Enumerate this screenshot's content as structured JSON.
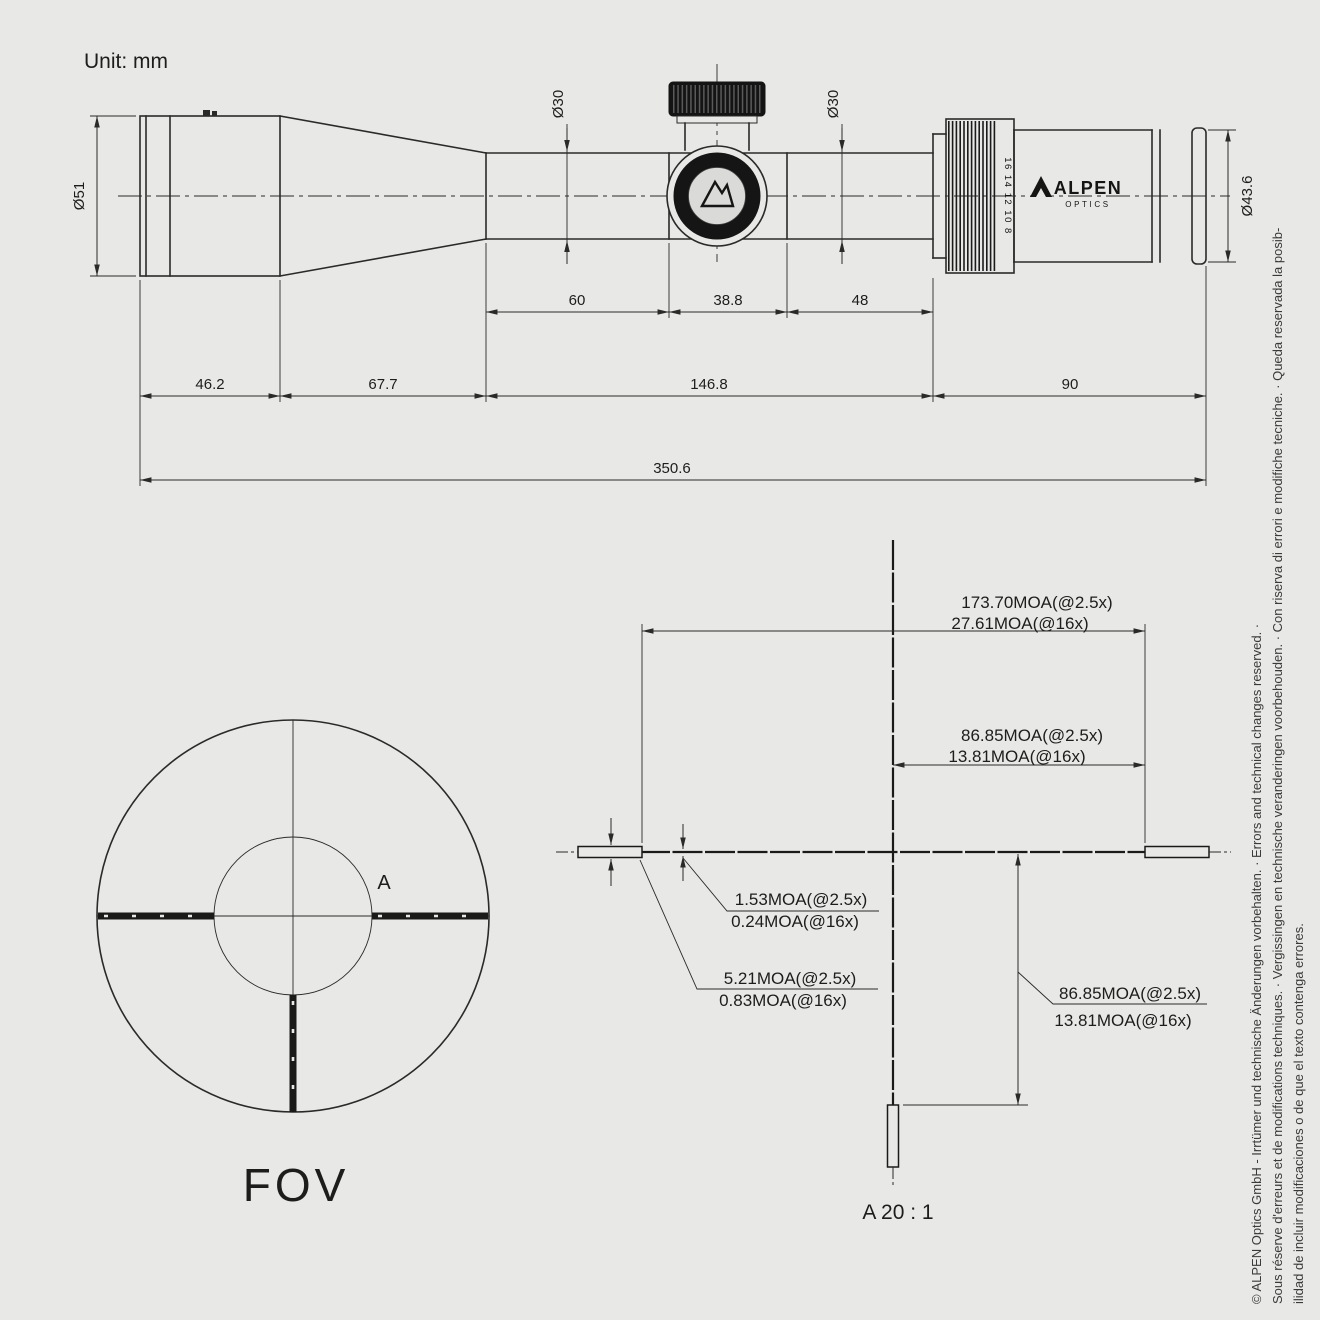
{
  "unit_label": "Unit: mm",
  "scope": {
    "brand": "ALPEN",
    "brand_sub": "OPTICS",
    "power_scale": "16 14 12 10 8",
    "dia_objective": "Ø51",
    "dia_tube_left": "Ø30",
    "dia_tube_right": "Ø30",
    "dia_eyepiece": "Ø43.6",
    "dims_upper": [
      "60",
      "38.8",
      "48"
    ],
    "dims_lower": [
      "46.2",
      "67.7",
      "146.8",
      "90"
    ],
    "dim_total": "350.6"
  },
  "fov": {
    "title": "FOV",
    "marker": "A"
  },
  "detail": {
    "scale_label": "A 20 : 1",
    "full_width_1": "173.70MOA(@2.5x)",
    "full_width_2": "27.61MOA(@16x)",
    "half_width_1": "86.85MOA(@2.5x)",
    "half_width_2": "13.81MOA(@16x)",
    "line_thk_1": "1.53MOA(@2.5x)",
    "line_thk_2": "0.24MOA(@16x)",
    "post_thk_1": "5.21MOA(@2.5x)",
    "post_thk_2": "0.83MOA(@16x)",
    "half_height_1": "86.85MOA(@2.5x)",
    "half_height_2": "13.81MOA(@16x)"
  },
  "footer": {
    "line1": "© ALPEN Optics GmbH - Irrtümer und technische Änderungen vorbehalten. · Errors and technical changes reserved. ·",
    "line2": "Sous réserve d'erreurs et de modifications techniques. · Vergissingen en technische veranderingen voorbehouden. · Con riserva di errori e modifiche tecniche. · Queda reservada la posib-",
    "line3": "ilidad de incluir modificaciones o de que el texto contenga errores."
  }
}
